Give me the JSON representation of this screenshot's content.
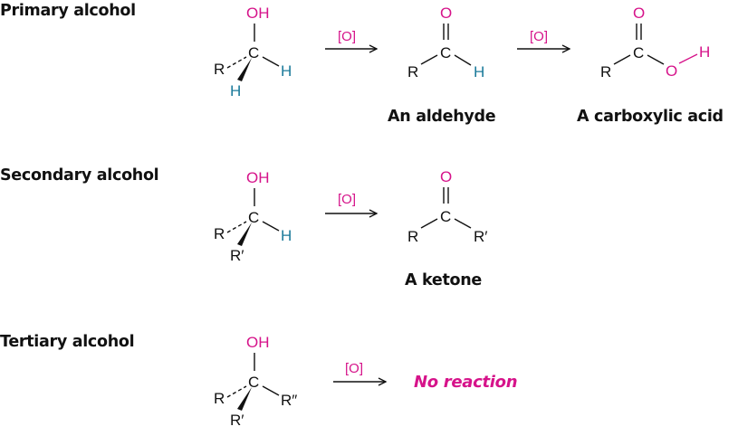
{
  "colors": {
    "oxygen": "#d6138a",
    "hydrogen": "#1a7a9a",
    "text": "#111111"
  },
  "rows": [
    {
      "label": "Primary alcohol",
      "reactant": {
        "oh": "OH",
        "c": "C",
        "r": "R",
        "h_wedge": "H",
        "h_right": "H"
      },
      "steps": [
        {
          "reagent": "[O]",
          "product": {
            "o": "O",
            "c": "C",
            "r": "R",
            "h": "H"
          },
          "caption": "An aldehyde"
        },
        {
          "reagent": "[O]",
          "product": {
            "o": "O",
            "c": "C",
            "r": "R",
            "oh_o": "O",
            "oh_h": "H"
          },
          "caption": "A carboxylic acid"
        }
      ]
    },
    {
      "label": "Secondary alcohol",
      "reactant": {
        "oh": "OH",
        "c": "C",
        "r": "R",
        "r_wedge": "R′",
        "h_right": "H"
      },
      "steps": [
        {
          "reagent": "[O]",
          "product": {
            "o": "O",
            "c": "C",
            "r": "R",
            "r2": "R′"
          },
          "caption": "A ketone"
        }
      ]
    },
    {
      "label": "Tertiary alcohol",
      "reactant": {
        "oh": "OH",
        "c": "C",
        "r": "R",
        "r_wedge": "R′",
        "r_right": "R″"
      },
      "steps": [
        {
          "reagent": "[O]",
          "result": "No reaction"
        }
      ]
    }
  ]
}
